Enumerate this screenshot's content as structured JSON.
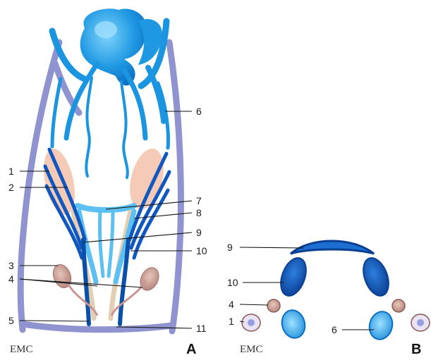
{
  "panel_a": {
    "letter": "A",
    "logo": "EMC",
    "labels": [
      "1",
      "2",
      "3",
      "4",
      "5",
      "6",
      "7",
      "8",
      "9",
      "10",
      "11"
    ]
  },
  "panel_b": {
    "letter": "B",
    "logo": "EMC",
    "labels": [
      "1",
      "4",
      "6",
      "9",
      "10"
    ]
  },
  "colors": {
    "vein_blue": "#1c95e0",
    "vein_light": "#5cc0f2",
    "deep_blue": "#0a4fa8",
    "outline_lavender": "#8f93cf",
    "tendon_beige": "#e2cfb4",
    "pink_pad": "#f5cab6",
    "nerve_mauve": "#c89595"
  }
}
